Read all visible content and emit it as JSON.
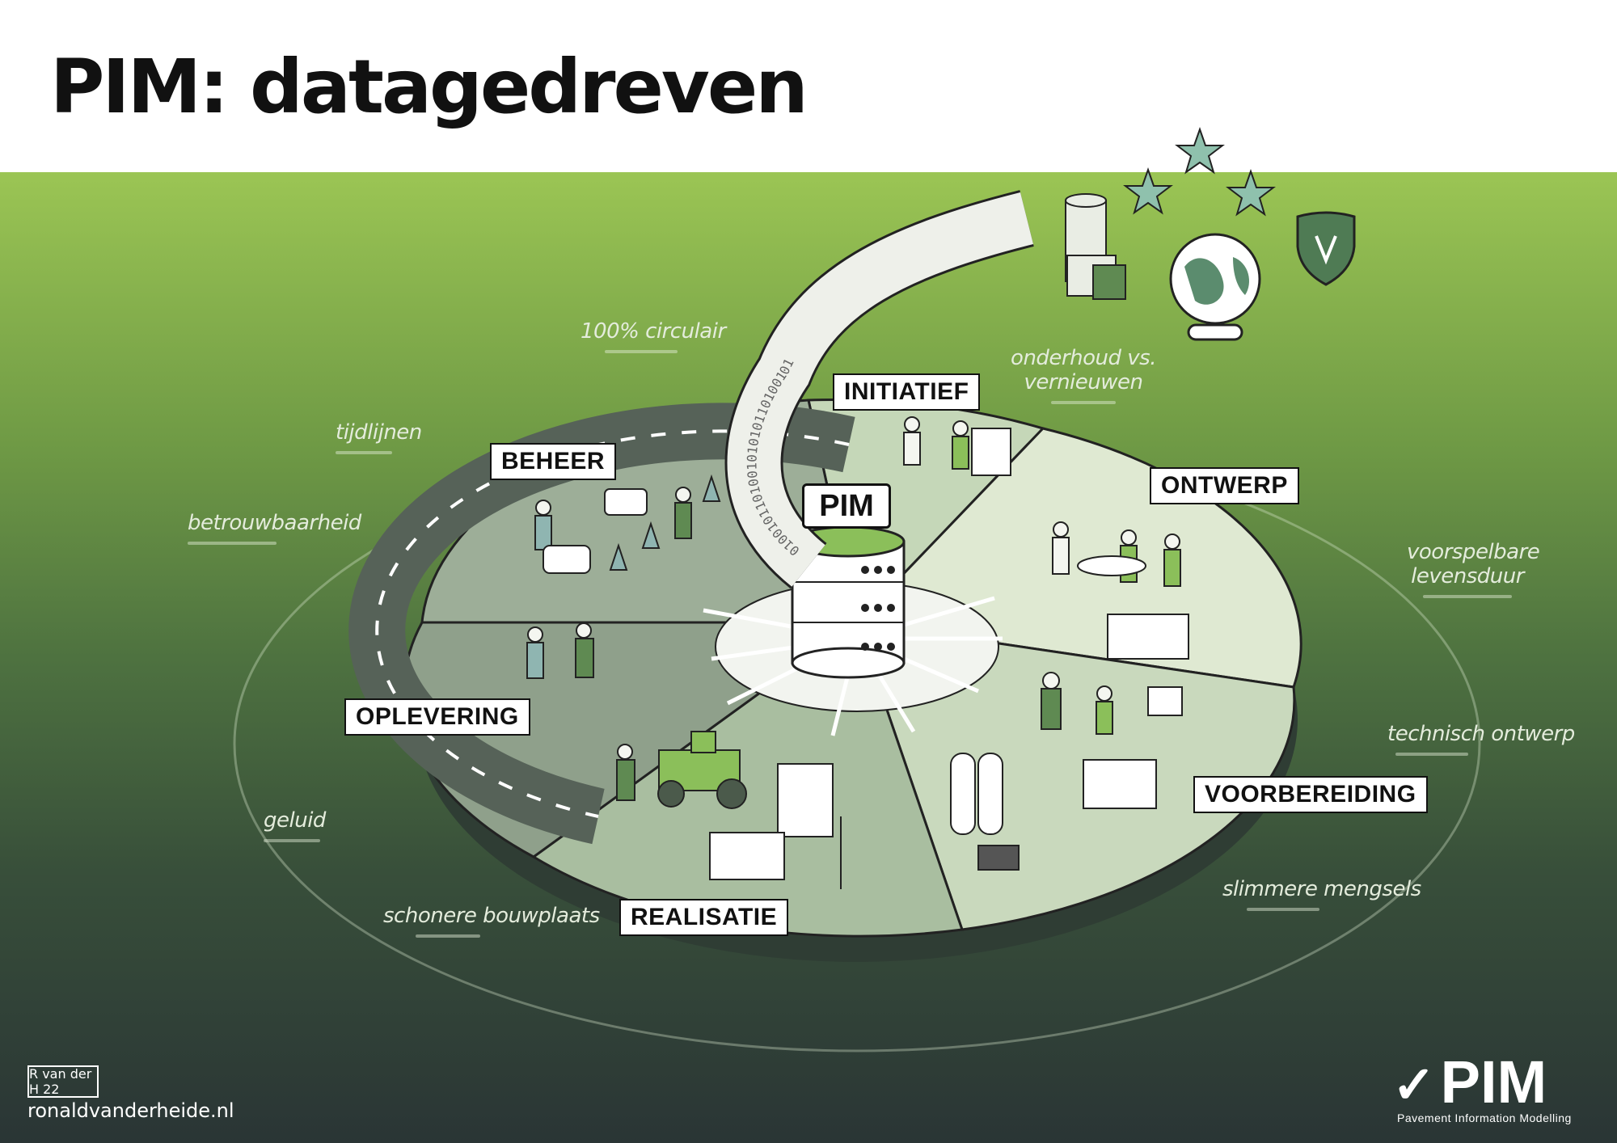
{
  "title": "PIM: datagedreven",
  "center_label": "PIM",
  "stages": [
    {
      "id": "initiatief",
      "label": "INITIATIEF"
    },
    {
      "id": "ontwerp",
      "label": "ONTWERP"
    },
    {
      "id": "voorbereiding",
      "label": "VOORBEREIDING"
    },
    {
      "id": "realisatie",
      "label": "REALISATIE"
    },
    {
      "id": "oplevering",
      "label": "OPLEVERING"
    },
    {
      "id": "beheer",
      "label": "BEHEER"
    }
  ],
  "benefits": [
    {
      "id": "circulair",
      "label": "100% circulair"
    },
    {
      "id": "onderhoud",
      "label": "onderhoud vs. vernieuwen"
    },
    {
      "id": "tijdlijnen",
      "label": "tijdlijnen"
    },
    {
      "id": "betrouwbaarheid",
      "label": "betrouwbaarheid"
    },
    {
      "id": "levensduur",
      "label": "voorspelbare levensduur"
    },
    {
      "id": "technisch-ontwerp",
      "label": "technisch ontwerp"
    },
    {
      "id": "geluid",
      "label": "geluid"
    },
    {
      "id": "slimmere-mengsels",
      "label": "slimmere mengsels"
    },
    {
      "id": "schonere-bouwplaats",
      "label": "schonere bouwplaats"
    }
  ],
  "binary_text": "010010110100101010110100101",
  "footer": {
    "signature": "R van der H 22",
    "website": "ronaldvanderheide.nl",
    "logo_text": "PIM",
    "logo_subtitle": "Pavement Information Modelling"
  },
  "colors": {
    "bg_top": "#9bc554",
    "bg_bottom": "#2a3535",
    "accent_green": "#8bbf5a",
    "ring": "#6d8a6c",
    "star": "#8fc1ad"
  }
}
